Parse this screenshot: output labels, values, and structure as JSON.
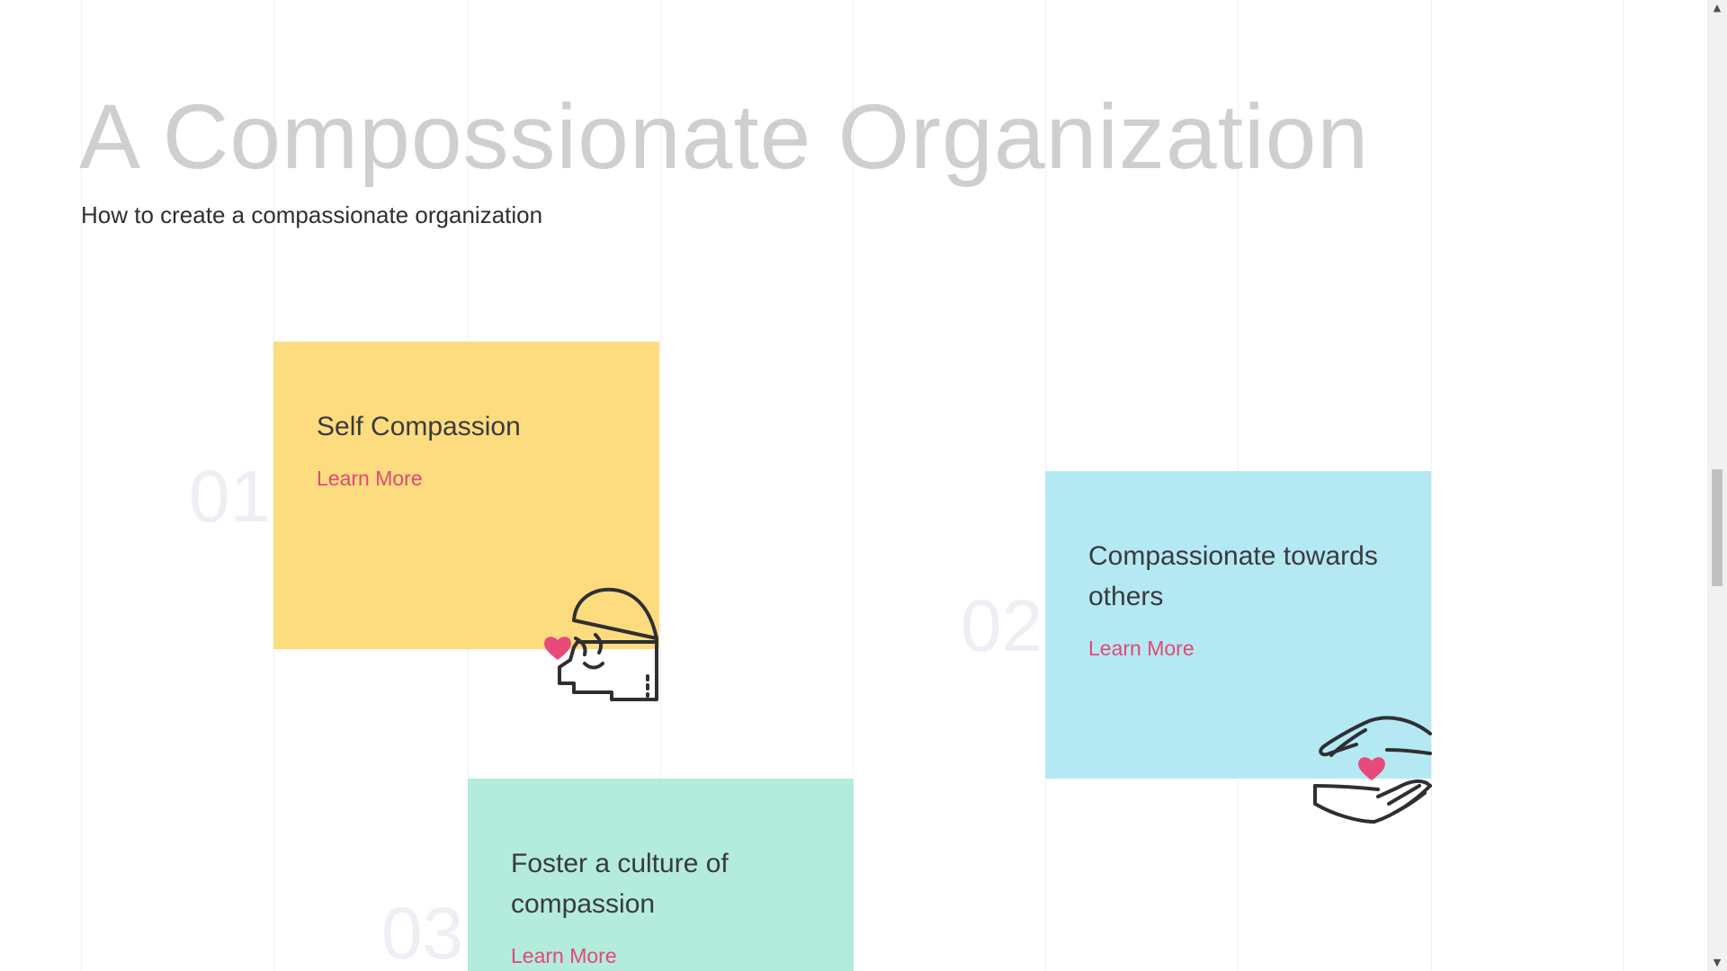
{
  "hero": {
    "title": "A Compossionate Organization",
    "subtitle": "How to create a compassionate organization"
  },
  "cards": [
    {
      "number": "01",
      "title": "Self Compassion",
      "link": "Learn More",
      "color": "#fddc7f",
      "icon": "meditating-head-icon"
    },
    {
      "number": "02",
      "title": "Compassionate towards others",
      "link": "Learn More",
      "color": "#b4e9f3",
      "icon": "hands-heart-icon"
    },
    {
      "number": "03",
      "title": "Foster a culture of compassion",
      "link": "Learn More",
      "color": "#b3ebdc",
      "icon": null
    }
  ],
  "colors": {
    "accent": "#e04a76",
    "title_gray": "#cfcfd1",
    "number_gray": "#eeeef4"
  },
  "scrollbar": {
    "up_arrow": "▲",
    "down_arrow": "▼"
  }
}
